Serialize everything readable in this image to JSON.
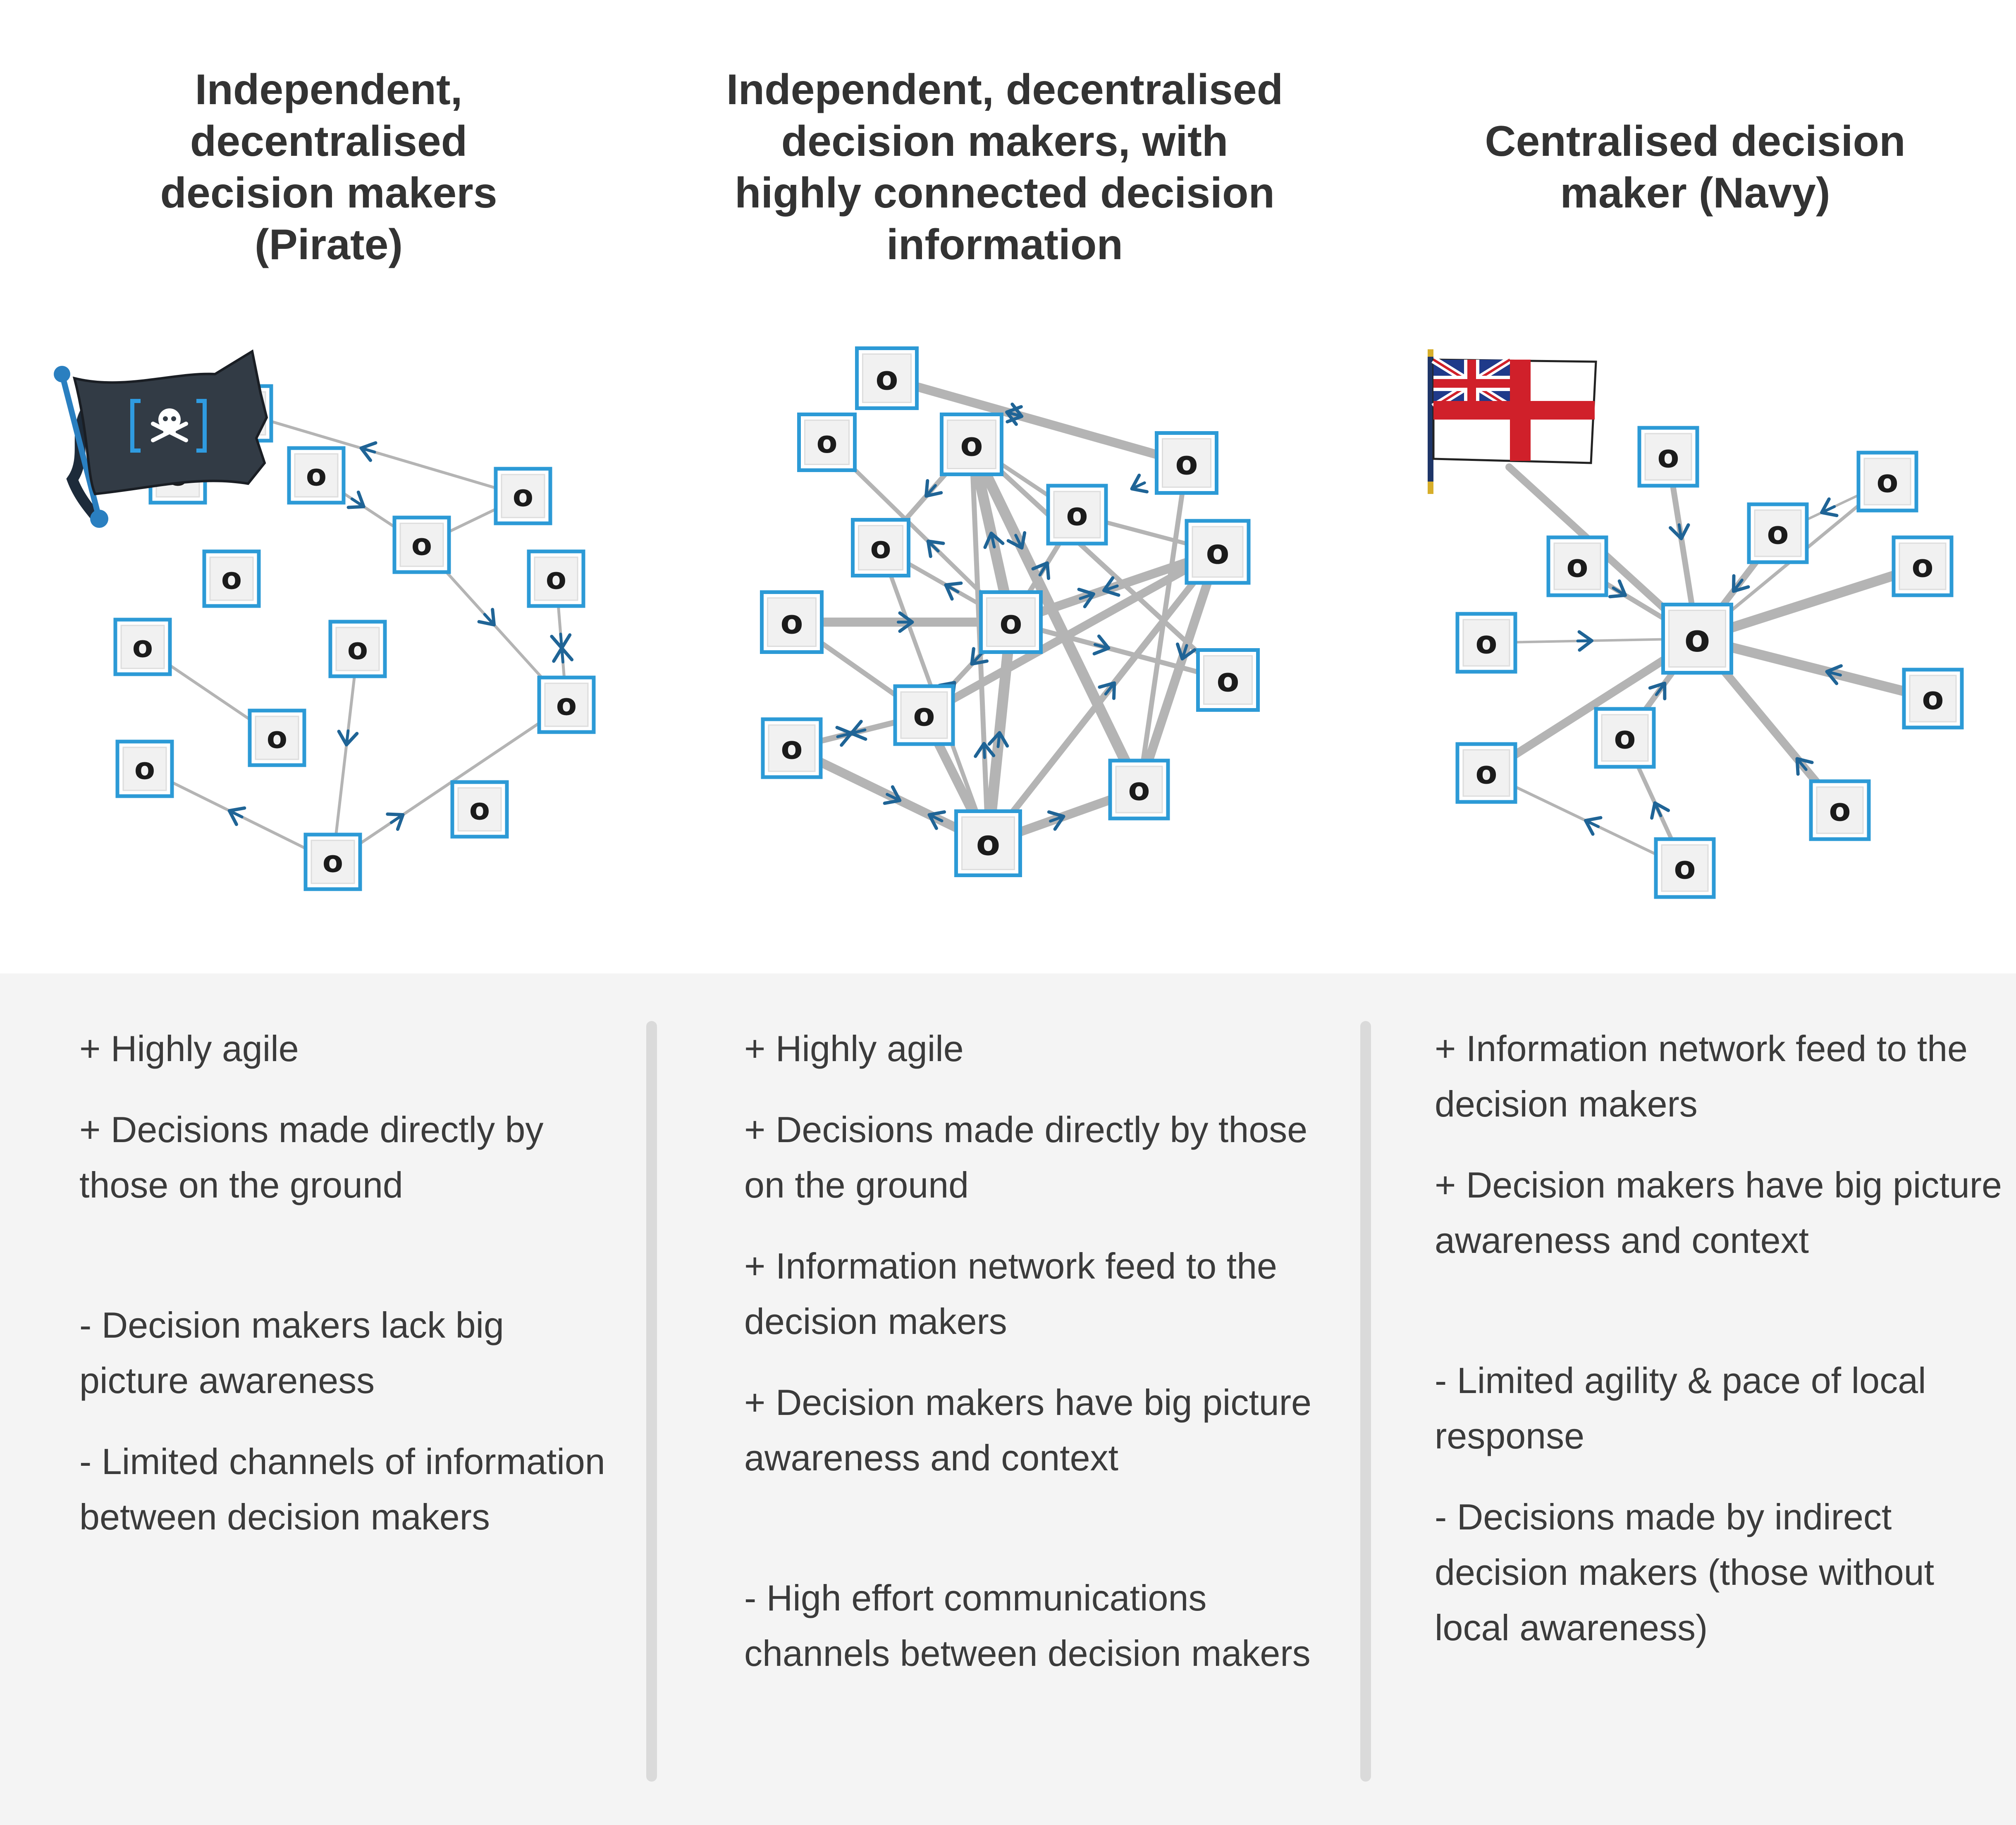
{
  "columns": [
    {
      "title_lines": [
        "Independent,",
        "decentralised",
        "decision makers",
        "(Pirate)"
      ],
      "points": [
        {
          "text": "+ Highly agile",
          "gap": false
        },
        {
          "text": "+ Decisions made directly by those on the ground",
          "gap": false
        },
        {
          "text": "- Decision makers lack big picture awareness",
          "gap": true
        },
        {
          "text": "- Limited channels of information between decision makers",
          "gap": false
        }
      ]
    },
    {
      "title_lines": [
        "Independent, decentralised",
        "decision makers, with",
        "highly connected decision",
        "information"
      ],
      "points": [
        {
          "text": "+ Highly agile",
          "gap": false
        },
        {
          "text": "+ Decisions made directly by those on the ground",
          "gap": false
        },
        {
          "text": "+ Information network feed to the decision makers",
          "gap": false
        },
        {
          "text": "+ Decision makers have big picture awareness and context",
          "gap": false
        },
        {
          "text": "- High effort communications channels between decision makers",
          "gap": true
        }
      ]
    },
    {
      "title_lines": [
        "Centralised decision",
        "maker (Navy)"
      ],
      "points": [
        {
          "text": "+ Information network feed to the decision makers",
          "gap": false
        },
        {
          "text": "+ Decision makers have big picture awareness and context",
          "gap": false
        },
        {
          "text": "- Limited agility & pace of local response",
          "gap": true
        },
        {
          "text": "- Decisions made by indirect decision makers (those without local awareness)",
          "gap": false
        }
      ]
    }
  ],
  "node_glyph": "o",
  "icons": [
    "pirate-flag-icon",
    "skull-crossbones-icon",
    "navy-ensign-icon"
  ],
  "colors": {
    "node_border": "#2c9ad6",
    "arrow": "#1f6496",
    "link": "#b4b4b4",
    "panel": "#f4f4f4",
    "text": "#333333"
  }
}
